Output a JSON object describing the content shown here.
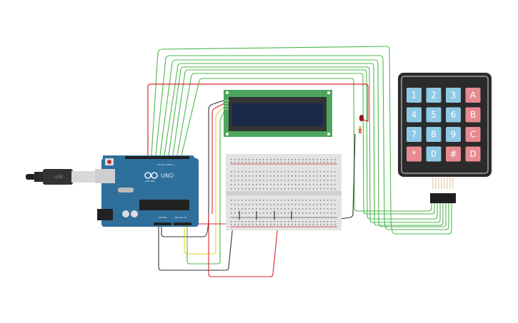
{
  "circuit": {
    "title": "Arduino keypad LCD circuit",
    "arduino": {
      "label": "UNO",
      "brand": "ARDUINO",
      "header_digital": "DIGITAL (PWM~)",
      "header_power": "POWER",
      "header_analog": "ANALOG IN",
      "board_color": "#2f6f9c"
    },
    "lcd": {
      "pin_labels": [
        "GND",
        "VCC",
        "SDA",
        "SCL"
      ],
      "pcb_color": "#4ea65e",
      "screen_color": "#1c2a4a"
    },
    "keypad": {
      "keys": [
        [
          "1",
          "2",
          "3",
          "A"
        ],
        [
          "4",
          "5",
          "6",
          "B"
        ],
        [
          "7",
          "8",
          "9",
          "C"
        ],
        [
          "*",
          "0",
          "#",
          "D"
        ]
      ],
      "number_key_color": "#8ec9e6",
      "letter_key_color": "#e88a92",
      "body_color": "#2b2b2b"
    },
    "usb_cable": {
      "symbol": "USB"
    },
    "wire_colors": {
      "green": "#4cb84c",
      "red": "#d9262b",
      "black": "#333333",
      "yellow": "#e6d21e"
    }
  }
}
